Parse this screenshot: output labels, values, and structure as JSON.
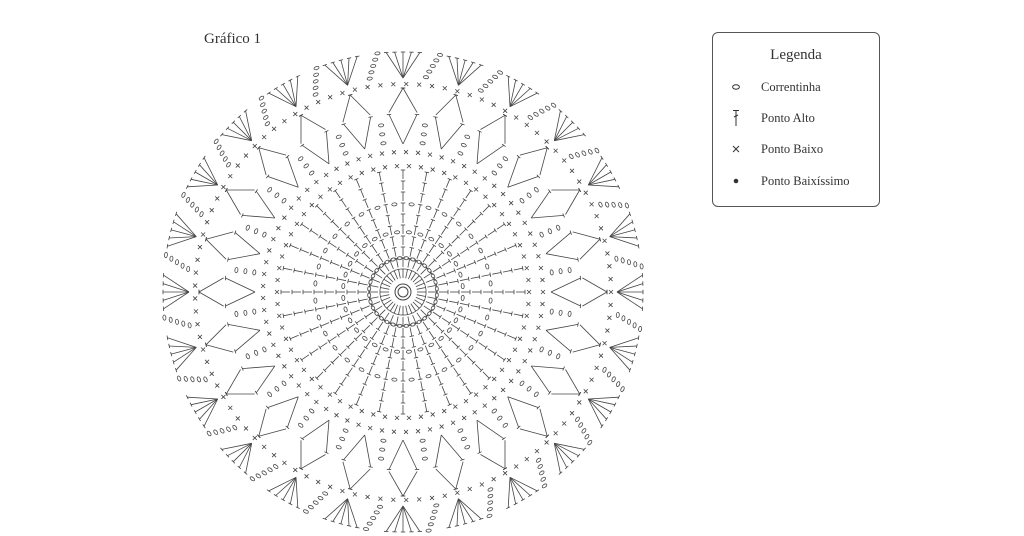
{
  "title": "Gráfico 1",
  "legend": {
    "title": "Legenda",
    "items": [
      {
        "symbol": "chain-stitch-icon",
        "label": "Correntinha"
      },
      {
        "symbol": "double-crochet-icon",
        "label": "Ponto Alto"
      },
      {
        "symbol": "single-crochet-icon",
        "label": "Ponto Baixo"
      },
      {
        "symbol": "slip-stitch-icon",
        "label": "Ponto Baixíssimo"
      }
    ]
  },
  "colors": {
    "ink": "#333333",
    "border": "#555555",
    "background": "#ffffff"
  }
}
